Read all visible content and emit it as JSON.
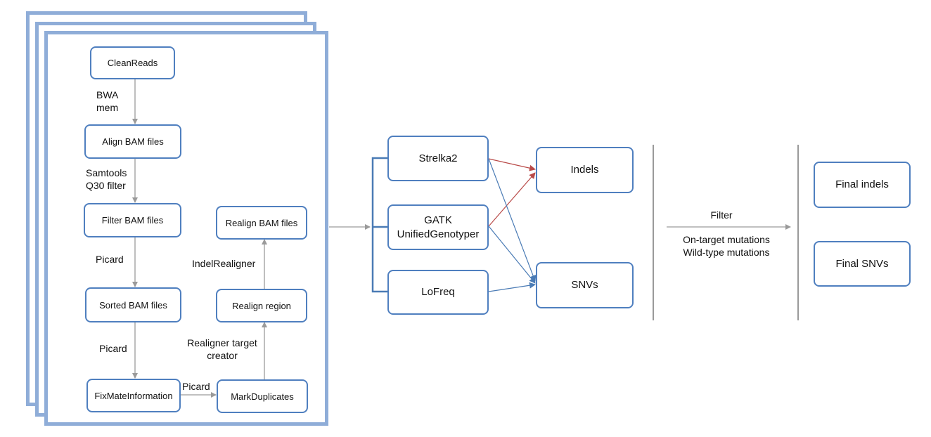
{
  "pipeline": {
    "clean_reads": "CleanReads",
    "bwa_label": "BWA\nmem",
    "align_bam": "Align BAM files",
    "samtools_label": "Samtools\nQ30 filter",
    "filter_bam": "Filter BAM files",
    "picard1_label": "Picard",
    "sorted_bam": "Sorted BAM files",
    "picard2_label": "Picard",
    "fixmate": "FixMateInformation",
    "picard3_label": "Picard",
    "markdup": "MarkDuplicates",
    "realigner_target_label": "Realigner target\ncreator",
    "realign_region": "Realign region",
    "indelrealigner_label": "IndelRealigner",
    "realign_bam": "Realign BAM files"
  },
  "callers": {
    "strelka": "Strelka2",
    "gatk": "GATK\nUnifiedGenotyper",
    "lofreq": "LoFreq"
  },
  "outputs": {
    "indels": "Indels",
    "snvs": "SNVs"
  },
  "filter": {
    "title": "Filter",
    "criteria": "On-target mutations\nWild-type mutations"
  },
  "final": {
    "indels": "Final indels",
    "snvs": "Final SNVs"
  },
  "colors": {
    "box_border": "#4f7fbf",
    "stack_border": "#8fadd8",
    "gray_arrow": "#9a9a9a",
    "red_arrow": "#b94a48",
    "blue_arrow": "#4a7bb5"
  }
}
